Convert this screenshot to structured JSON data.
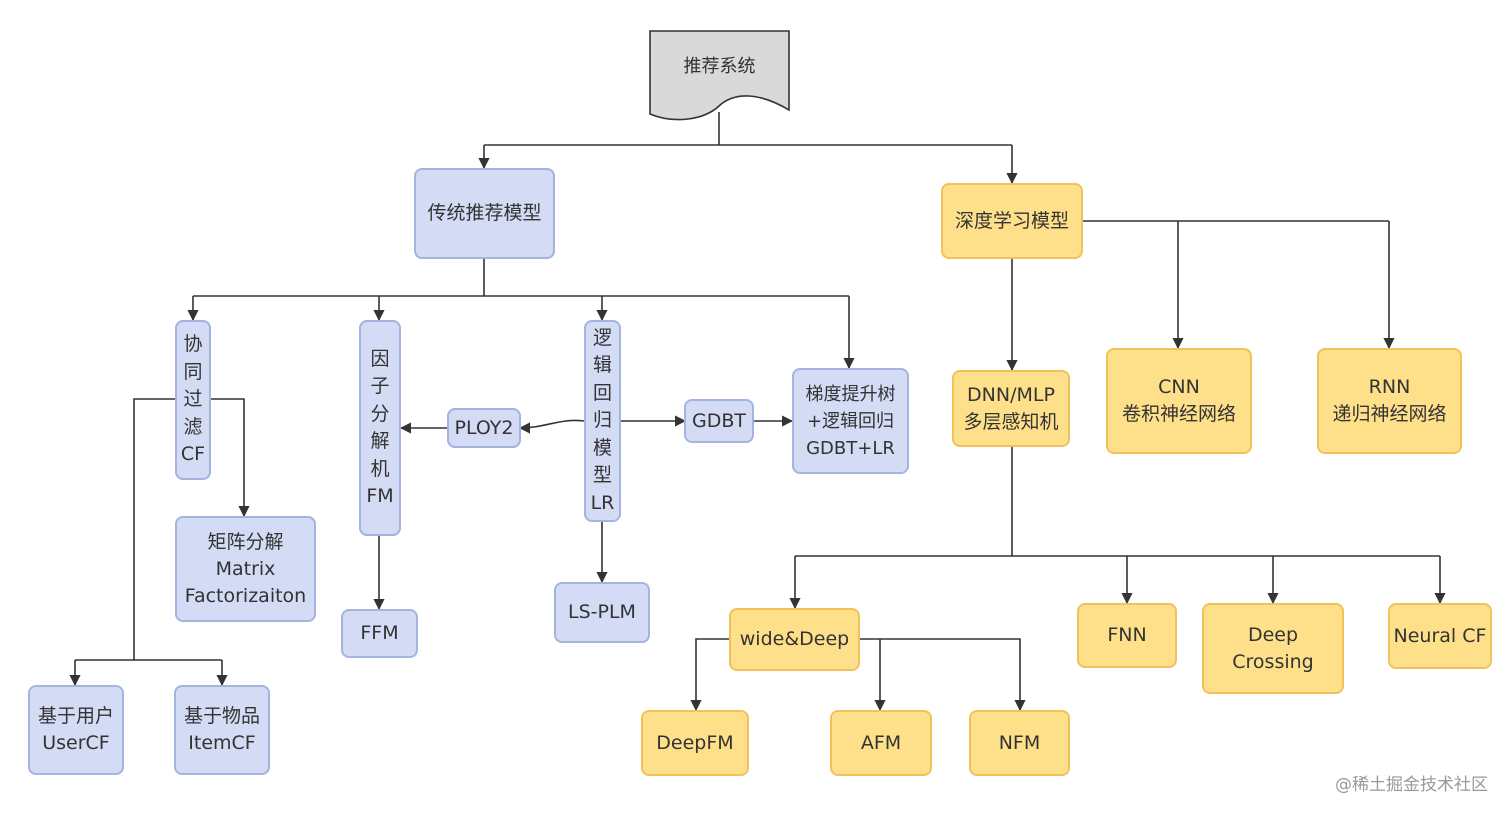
{
  "colors": {
    "blue_fill": "#d3dcf4",
    "blue_border": "#a3b4e0",
    "yellow_fill": "#ffe08a",
    "yellow_border": "#f0c25c",
    "line": "#333333",
    "root_fill": "#d9d9d9"
  },
  "root": {
    "label": "推荐系统"
  },
  "traditional": {
    "label": "传统推荐模型",
    "cf": "协\n同\n过\n滤\nCF",
    "fm": "因\n子\n分\n解\n机\nFM",
    "lr": "逻\n辑\n回\n归\n模\n型\nLR",
    "gbdt_lr": "梯度提升树\n+逻辑回归\nGDBT+LR",
    "mf": "矩阵分解\nMatrix\nFactorizaiton",
    "ploy2": "PLOY2",
    "gdbt": "GDBT",
    "ffm": "FFM",
    "lsplm": "LS-PLM",
    "usercf": "基于用户\nUserCF",
    "itemcf": "基于物品\nItemCF"
  },
  "deep": {
    "label": "深度学习模型",
    "dnn": "DNN/MLP\n多层感知机",
    "cnn": "CNN\n卷积神经网络",
    "rnn": "RNN\n递归神经网络",
    "widedeep": "wide&Deep",
    "fnn": "FNN",
    "deepcrossing": "Deep\nCrossing",
    "neuralcf": "Neural CF",
    "deepfm": "DeepFM",
    "afm": "AFM",
    "nfm": "NFM"
  },
  "watermark": "@稀土掘金技术社区"
}
